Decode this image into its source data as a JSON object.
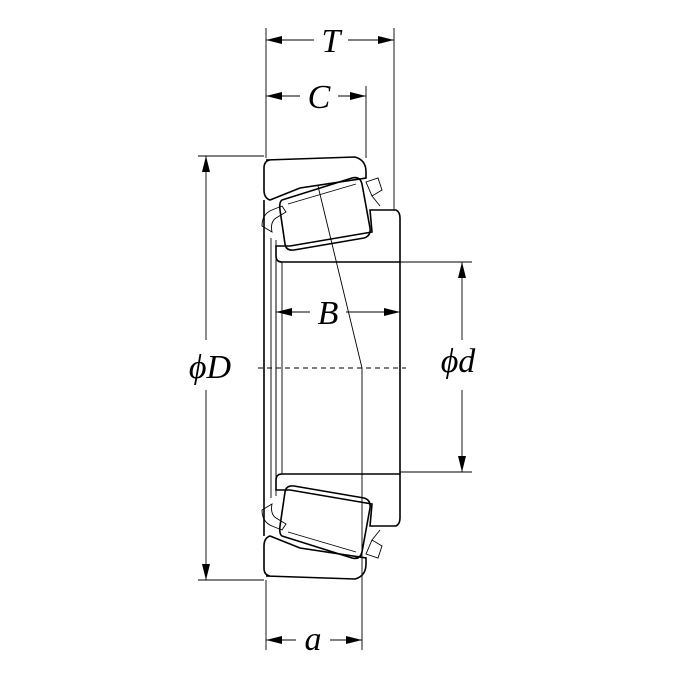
{
  "labels": {
    "T": "T",
    "C": "C",
    "B": "B",
    "D": "ϕD",
    "d": "ϕd",
    "a": "a"
  },
  "colors": {
    "stroke": "#000000",
    "background": "#ffffff"
  }
}
